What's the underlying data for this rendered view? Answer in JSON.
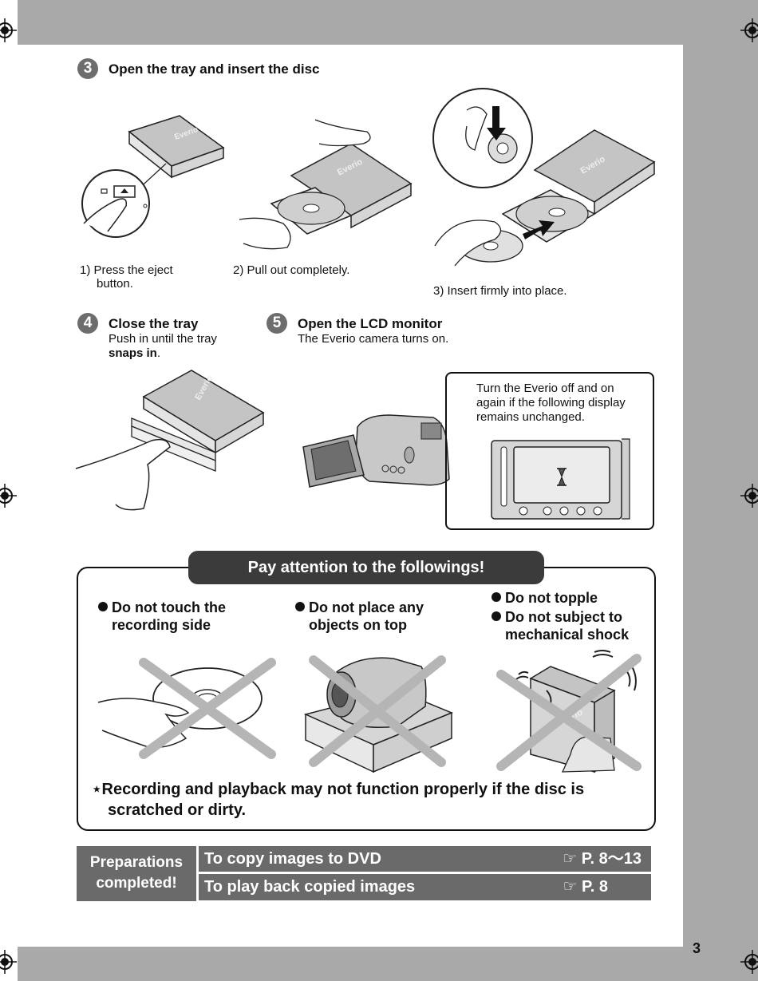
{
  "steps": {
    "s3": {
      "number": "3",
      "title": "Open the tray and insert the disc"
    },
    "sub1": {
      "num": "1)",
      "line1": "Press the eject",
      "line2": "button."
    },
    "sub2": {
      "num": "2)",
      "text": "Pull out completely."
    },
    "sub3": {
      "num": "3)",
      "text": "Insert firmly into place."
    },
    "s4": {
      "number": "4",
      "title": "Close the tray",
      "desc1": "Push in until the tray",
      "desc2_bold": "snaps in",
      "desc2_end": "."
    },
    "s5": {
      "number": "5",
      "title": "Open the LCD monitor",
      "desc": "The Everio camera turns on."
    }
  },
  "notice": {
    "line1": "Turn the Everio off and on",
    "line2": "again if the following display",
    "line3": "remains unchanged."
  },
  "device_label": "Everio",
  "attention": {
    "banner": "Pay attention to the followings!",
    "bullets": {
      "b1_line1": "Do not touch the",
      "b1_line2": "recording side",
      "b2_line1": "Do not place any",
      "b2_line2": "objects on top",
      "b3": "Do not topple",
      "b4_line1": "Do not subject to",
      "b4_line2": "mechanical shock"
    },
    "note_mark": "⋆",
    "note_line1": "Recording and playback may not function properly if the disc is",
    "note_line2": "scratched or dirty."
  },
  "footer": {
    "prep_line1": "Preparations",
    "prep_line2": "completed!",
    "row1_label": "To copy images to DVD",
    "row1_ref": "☞ P. 8～13",
    "row2_label": "To play back copied images",
    "row2_ref": "☞ P. 8"
  },
  "page_number": "3",
  "colors": {
    "band": "#a9a9a9",
    "banner": "#3b3b3b",
    "footer": "#6a6a6a",
    "cross": "#b5b5b5"
  }
}
